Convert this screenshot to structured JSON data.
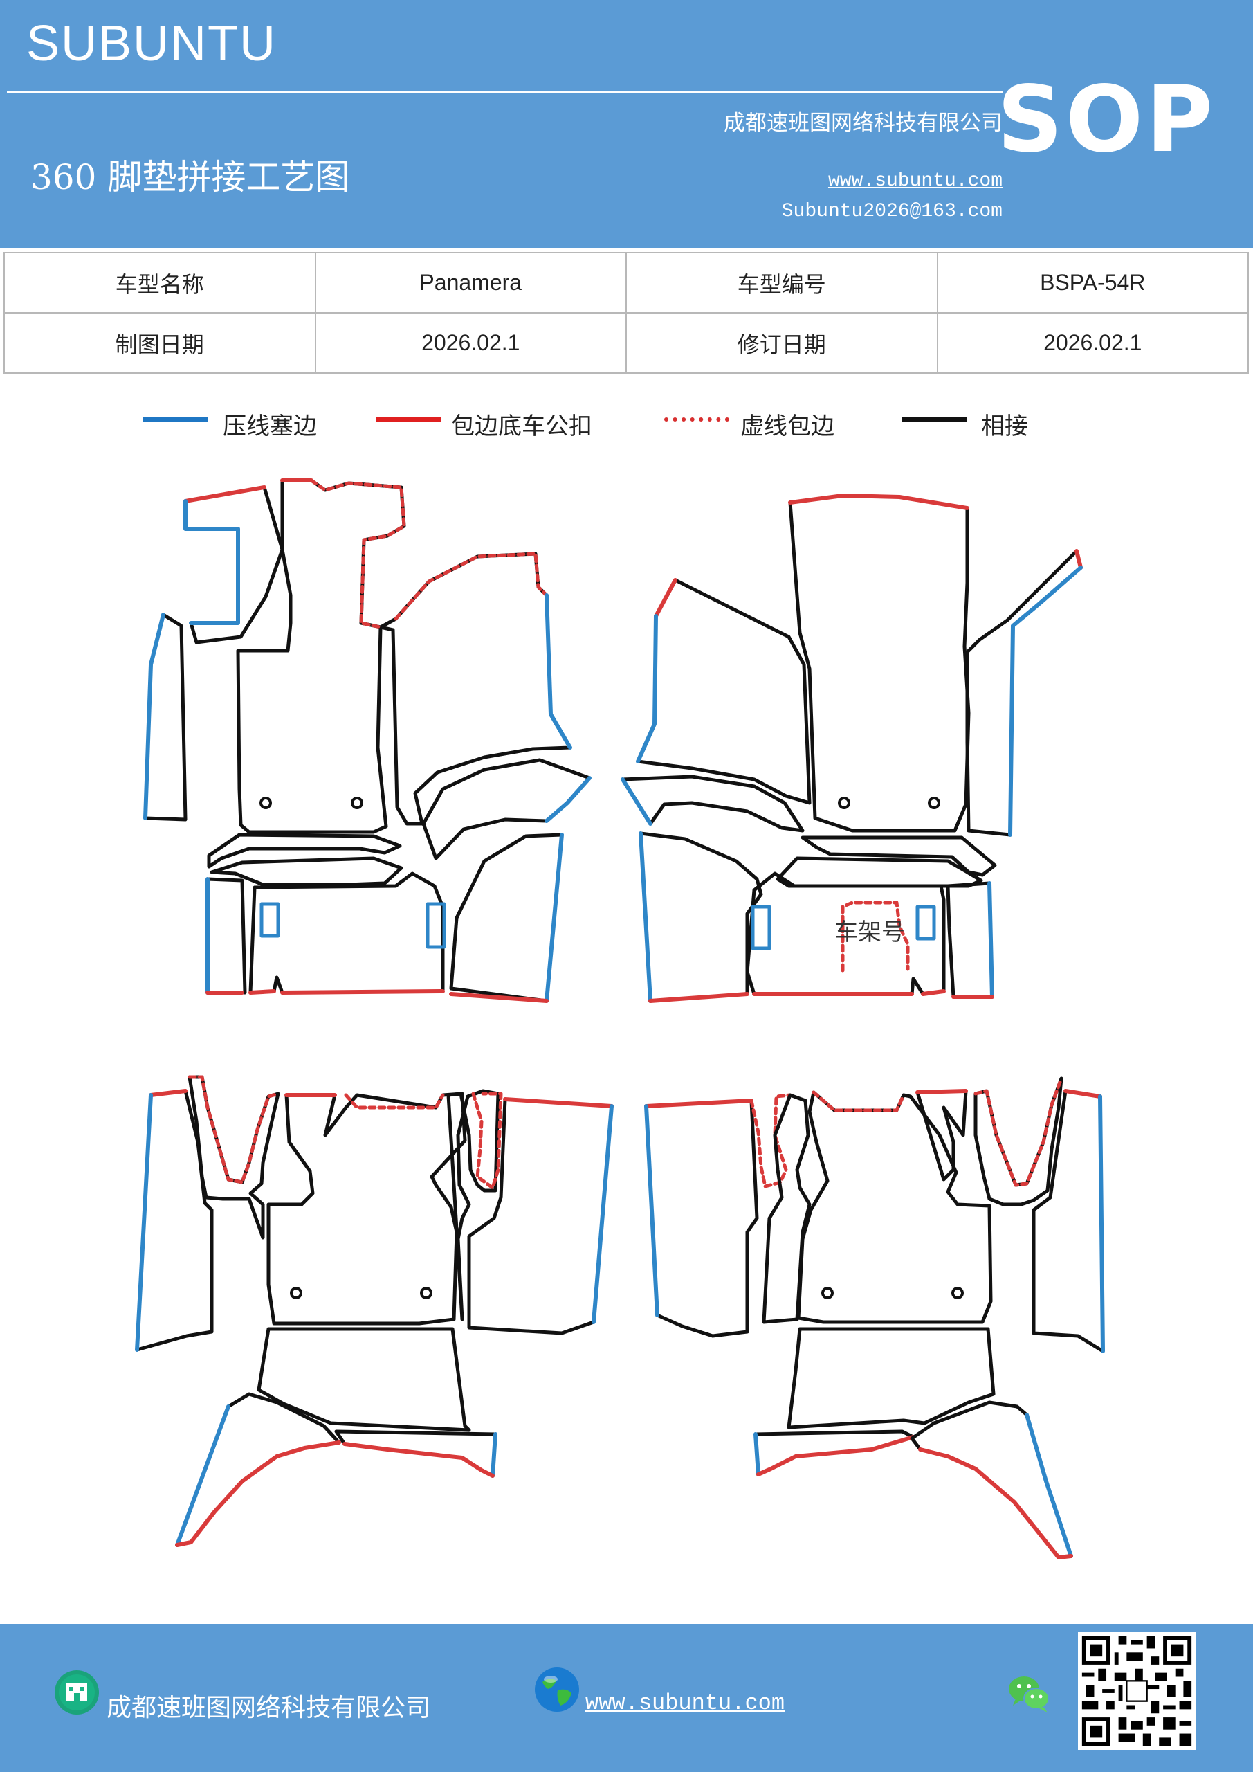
{
  "header": {
    "brand": "SUBUNTU",
    "company": "成都速班图网络科技有限公司",
    "sop": "SOP",
    "title": "360 脚垫拼接工艺图",
    "website": "www.subuntu.com",
    "email": "Subuntu2026@163.com"
  },
  "info": {
    "model_name_label": "车型名称",
    "model_name_value": "Panamera",
    "model_code_label": "车型编号",
    "model_code_value": "BSPA-54R",
    "draw_date_label": "制图日期",
    "draw_date_value": "2026.02.1",
    "revise_date_label": "修订日期",
    "revise_date_value": "2026.02.1"
  },
  "legend": [
    {
      "label": "压线塞边",
      "color": "#1f77c4",
      "style": "solid"
    },
    {
      "label": "包边底车公扣",
      "color": "#e02020",
      "style": "solid"
    },
    {
      "label": "虚线包边",
      "color": "#d83030",
      "style": "dotted"
    },
    {
      "label": "相接",
      "color": "#111111",
      "style": "solid"
    }
  ],
  "drawing": {
    "vin_label": "车架号",
    "colors": {
      "blue": "#2e86c8",
      "red": "#d93a3a",
      "black": "#111111"
    }
  },
  "footer": {
    "company": "成都速班图网络科技有限公司",
    "website": "www.subuntu.com"
  },
  "icons": [
    "building-icon",
    "globe-icon",
    "wechat-icon",
    "qr-code"
  ]
}
